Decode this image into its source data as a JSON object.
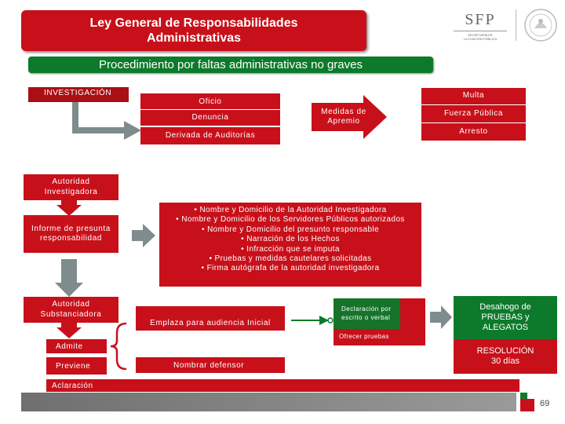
{
  "header": {
    "title_line1": "Ley General de Responsabilidades",
    "title_line2": "Administrativas",
    "subtitle": "Procedimiento por faltas administrativas no graves",
    "logo_main": "SFP",
    "logo_sub1": "SECRETARÍA DE",
    "logo_sub2": "LA FUNCIÓN PÚBLICA"
  },
  "investigacion": {
    "label": "INVESTIGACIÓN",
    "oficio": "Oficio",
    "denuncia": "Denuncia",
    "derivada": "Derivada de Auditorías",
    "medidas_line1": "Medidas de",
    "medidas_line2": "Apremio",
    "multa": "Multa",
    "fuerza": "Fuerza Pública",
    "arresto": "Arresto"
  },
  "autoridad_investigadora": {
    "line1": "Autoridad",
    "line2": "Investigadora"
  },
  "informe": {
    "line1": "Informe de presunta",
    "line2": "responsabilidad"
  },
  "requisitos": [
    "Nombre y Domicilio de la Autoridad Investigadora",
    "Nombre y Domicilio de los Servidores Públicos autorizados",
    "Nombre y Domicilio del presunto responsable",
    "Narración de los Hechos",
    "Infracción que se imputa",
    "Pruebas y medidas cautelares solicitadas",
    "Firma autógrafa de la autoridad investigadora"
  ],
  "substanciadora": {
    "line1": "Autoridad",
    "line2": "Substanciadora",
    "admite": "Admite",
    "previene": "Previene",
    "aclaracion": "Aclaración",
    "emplaza": "Emplaza para audiencia Inicial",
    "defensor": "Nombrar defensor",
    "declaracion_line1": "Declaración por",
    "declaracion_line2": "escrito o verbal",
    "ofrecer": "Ofrecer pruebas",
    "desahogo_line1": "Desahogo de",
    "desahogo_line2": "PRUEBAS y",
    "desahogo_line3": "ALEGATOS",
    "resolucion_line1": "RESOLUCIÓN",
    "resolucion_line2": "30 días"
  },
  "footer": {
    "page_number": "69"
  },
  "colors": {
    "red": "#c8101a",
    "dark_red": "#a90f14",
    "green": "#0d7a2b",
    "gray_bar": "#808080"
  }
}
